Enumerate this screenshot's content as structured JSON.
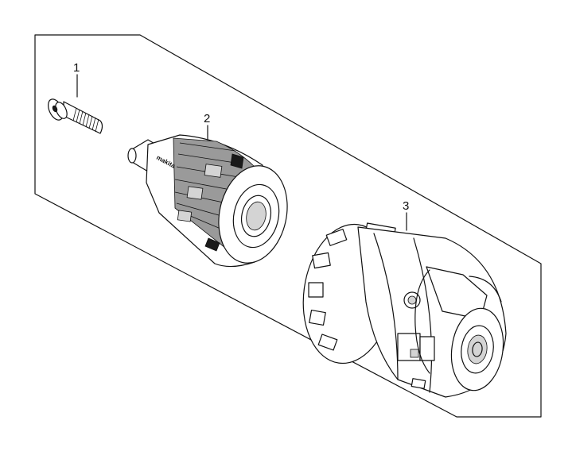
{
  "diagram": {
    "callouts": [
      {
        "id": "1",
        "label": "1"
      },
      {
        "id": "2",
        "label": "2"
      },
      {
        "id": "3",
        "label": "3"
      }
    ],
    "parts": [
      {
        "callout": "1",
        "icon": "screw-icon"
      },
      {
        "callout": "2",
        "icon": "drill-chuck-icon",
        "logo_text": "makita"
      },
      {
        "callout": "3",
        "icon": "gear-assembly-icon"
      }
    ]
  }
}
